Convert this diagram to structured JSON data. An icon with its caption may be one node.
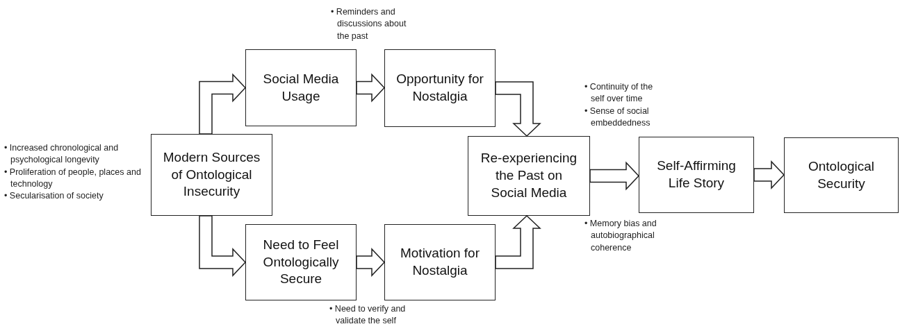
{
  "diagram": {
    "nodes": [
      {
        "text": [
          "Modern Sources of Ontological Insecurity"
        ]
      },
      {
        "text": [
          "Social Media Usage"
        ]
      },
      {
        "text": [
          "Opportunity for Nostalgia"
        ]
      },
      {
        "text": [
          "Need to Feel Ontologically Secure"
        ]
      },
      {
        "text": [
          "Motivation for Nostalgia"
        ]
      },
      {
        "text": [
          "Re-experiencing the Past on Social Media"
        ]
      },
      {
        "text": [
          "Self-Affirming Life Story"
        ]
      },
      {
        "text": [
          "Ontological Security"
        ]
      }
    ],
    "edges": [
      {
        "from": 0,
        "to": 1,
        "arrow": "to"
      },
      {
        "from": 0,
        "to": 3,
        "arrow": "to"
      },
      {
        "from": 1,
        "to": 2,
        "arrow": "to"
      },
      {
        "from": 3,
        "to": 4,
        "arrow": "to"
      },
      {
        "from": 2,
        "to": 5,
        "arrow": "to"
      },
      {
        "from": 4,
        "to": 5,
        "arrow": "to"
      },
      {
        "from": 5,
        "to": 6,
        "arrow": "to"
      },
      {
        "from": 6,
        "to": 7,
        "arrow": "to"
      }
    ],
    "labels": [
      "• Reminders and discussions about the past",
      "• Increased chronological and psychological longevity",
      "• Proliferation of people, places and technology",
      "• Secularisation of society",
      "• Need to verify and validate the self",
      "• Continuity of the self over time",
      "• Sense of social embeddedness",
      "• Memory bias and autobiographical coherence"
    ]
  }
}
